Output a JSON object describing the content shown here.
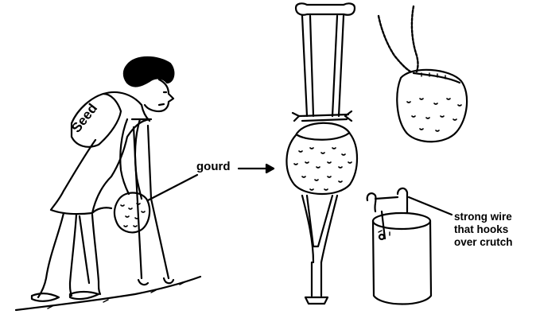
{
  "labels": {
    "gourd": "gourd",
    "bag": "Seed",
    "wire_lines": [
      "strong wire",
      "that hooks",
      "over crutch"
    ]
  },
  "colors": {
    "ink": "#000000",
    "paper": "#ffffff"
  },
  "figures": [
    {
      "name": "girl-with-crutches-and-gourd-pouch"
    },
    {
      "name": "crutch-with-gourd-hung-on-crossbar"
    },
    {
      "name": "gourd-with-string-handle"
    },
    {
      "name": "tin-can-with-wire-hook"
    }
  ]
}
